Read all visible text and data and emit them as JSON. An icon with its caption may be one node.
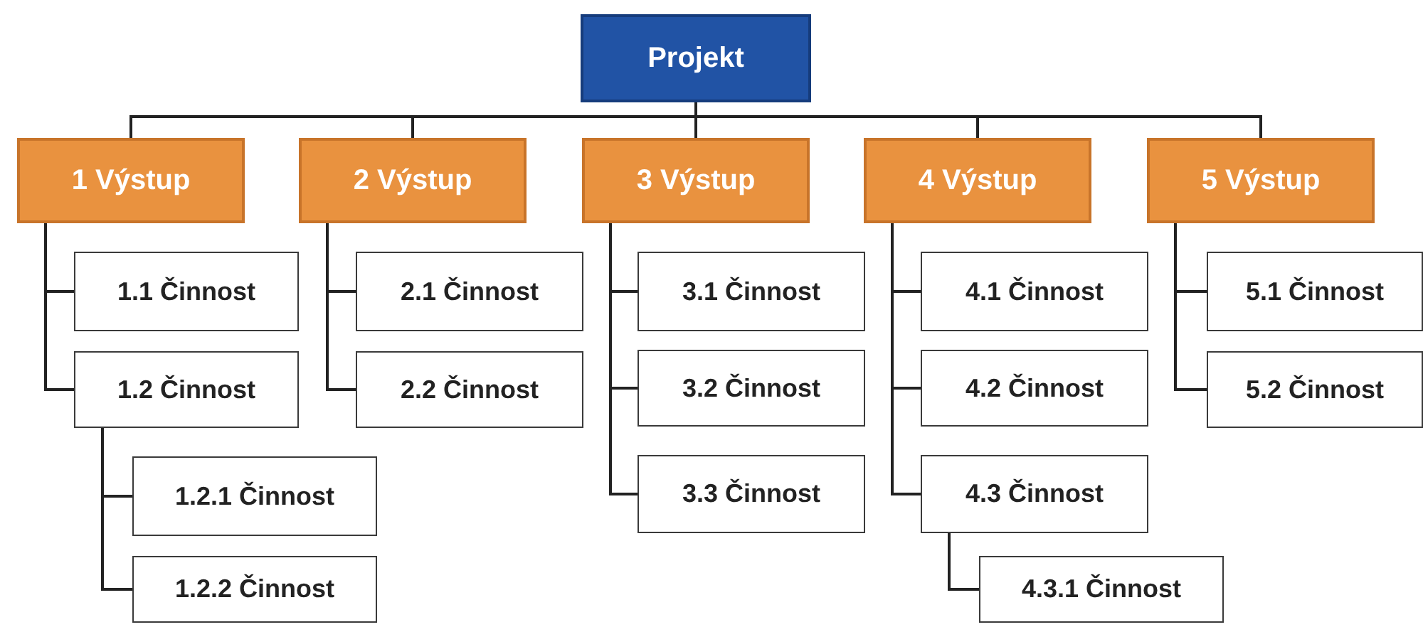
{
  "diagram": {
    "nodes": [
      {
        "text": [
          "Projekt"
        ]
      },
      {
        "text": [
          "1 Výstup"
        ]
      },
      {
        "text": [
          "1.1 Činnost"
        ]
      },
      {
        "text": [
          "1.2 Činnost"
        ]
      },
      {
        "text": [
          "1.2.1 Činnost"
        ]
      },
      {
        "text": [
          "1.2.2 Činnost"
        ]
      },
      {
        "text": [
          "2 Výstup"
        ]
      },
      {
        "text": [
          "2.1 Činnost"
        ]
      },
      {
        "text": [
          "2.2 Činnost"
        ]
      },
      {
        "text": [
          "3 Výstup"
        ]
      },
      {
        "text": [
          "3.1 Činnost"
        ]
      },
      {
        "text": [
          "3.2 Činnost"
        ]
      },
      {
        "text": [
          "3.3 Činnost"
        ]
      },
      {
        "text": [
          "4 Výstup"
        ]
      },
      {
        "text": [
          "4.1 Činnost"
        ]
      },
      {
        "text": [
          "4.2 Činnost"
        ]
      },
      {
        "text": [
          "4.3 Činnost"
        ]
      },
      {
        "text": [
          "4.3.1 Činnost"
        ]
      },
      {
        "text": [
          "5 Výstup"
        ]
      },
      {
        "text": [
          "5.1 Činnost"
        ]
      },
      {
        "text": [
          "5.2 Činnost"
        ]
      }
    ],
    "edges": [
      {
        "from": 0,
        "to": 1,
        "arrow": "none"
      },
      {
        "from": 0,
        "to": 6,
        "arrow": "none"
      },
      {
        "from": 0,
        "to": 9,
        "arrow": "none"
      },
      {
        "from": 0,
        "to": 13,
        "arrow": "none"
      },
      {
        "from": 0,
        "to": 18,
        "arrow": "none"
      },
      {
        "from": 1,
        "to": 2,
        "arrow": "none"
      },
      {
        "from": 1,
        "to": 3,
        "arrow": "none"
      },
      {
        "from": 3,
        "to": 4,
        "arrow": "none"
      },
      {
        "from": 3,
        "to": 5,
        "arrow": "none"
      },
      {
        "from": 6,
        "to": 7,
        "arrow": "none"
      },
      {
        "from": 6,
        "to": 8,
        "arrow": "none"
      },
      {
        "from": 9,
        "to": 10,
        "arrow": "none"
      },
      {
        "from": 9,
        "to": 11,
        "arrow": "none"
      },
      {
        "from": 9,
        "to": 12,
        "arrow": "none"
      },
      {
        "from": 13,
        "to": 14,
        "arrow": "none"
      },
      {
        "from": 13,
        "to": 15,
        "arrow": "none"
      },
      {
        "from": 13,
        "to": 16,
        "arrow": "none"
      },
      {
        "from": 16,
        "to": 17,
        "arrow": "none"
      },
      {
        "from": 18,
        "to": 19,
        "arrow": "none"
      },
      {
        "from": 18,
        "to": 20,
        "arrow": "none"
      }
    ]
  }
}
